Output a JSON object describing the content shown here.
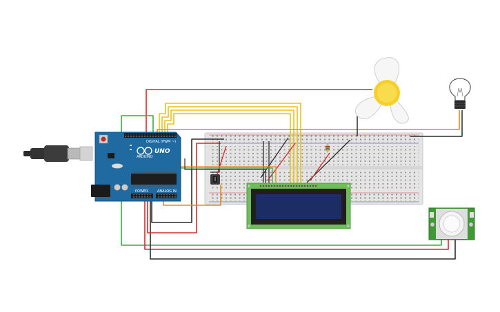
{
  "circuit": {
    "arduino": {
      "model_label": "UNO",
      "brand_label": "ARDUINO",
      "digital_label": "DIGITAL (PWM ~)",
      "power_label": "POWER",
      "analog_label": "ANALOG IN",
      "board_color": "#1f6aa0"
    },
    "components": [
      "usb-cable",
      "arduino-uno",
      "breadboard",
      "lcd-16x2",
      "dc-fan",
      "light-bulb",
      "pir-sensor",
      "potentiometer",
      "resistor"
    ],
    "wire_colors": {
      "red": "#d62828",
      "black": "#2b2b2b",
      "yellow": "#e8c21a",
      "orange": "#e88a1a",
      "green": "#3aa845"
    }
  }
}
